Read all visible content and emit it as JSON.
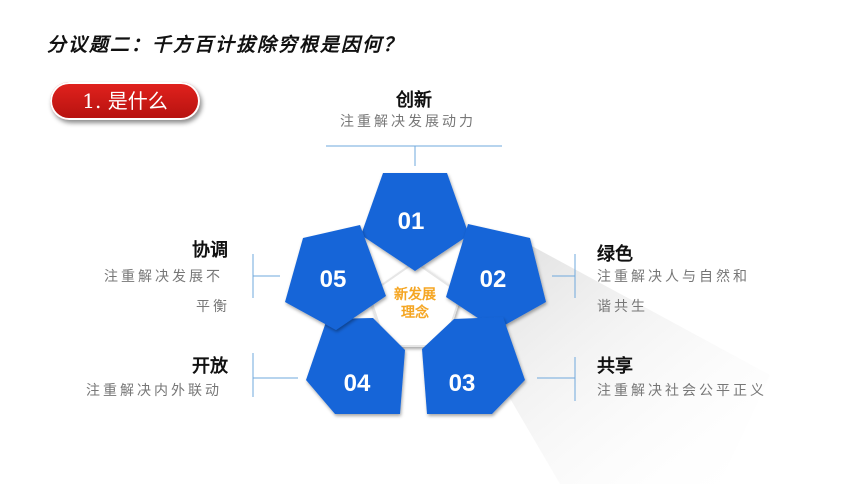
{
  "title": "分议题二：千方百计拔除穷根是因何？",
  "badge": "1. 是什么",
  "center": {
    "line1": "新发展",
    "line2": "理念"
  },
  "pentagons": [
    {
      "num": "01"
    },
    {
      "num": "02"
    },
    {
      "num": "03"
    },
    {
      "num": "04"
    },
    {
      "num": "05"
    }
  ],
  "items": {
    "innovation": {
      "title": "创新",
      "desc": "注重解决发展动力"
    },
    "coordination": {
      "title": "协调",
      "desc1": "注重解决发展不",
      "desc2": "平衡"
    },
    "green": {
      "title": "绿色",
      "desc1": "注重解决人与自然和",
      "desc2": "谐共生"
    },
    "openness": {
      "title": "开放",
      "desc": "注重解决内外联动"
    },
    "sharing": {
      "title": "共享",
      "desc": "注重解决社会公平正义"
    }
  },
  "colors": {
    "pentagon": "#1565d8",
    "pentagon_dark": "#0d4fb3",
    "accent_red": "#d11a17",
    "center_text": "#f5a623",
    "line": "#6fa8dc"
  }
}
